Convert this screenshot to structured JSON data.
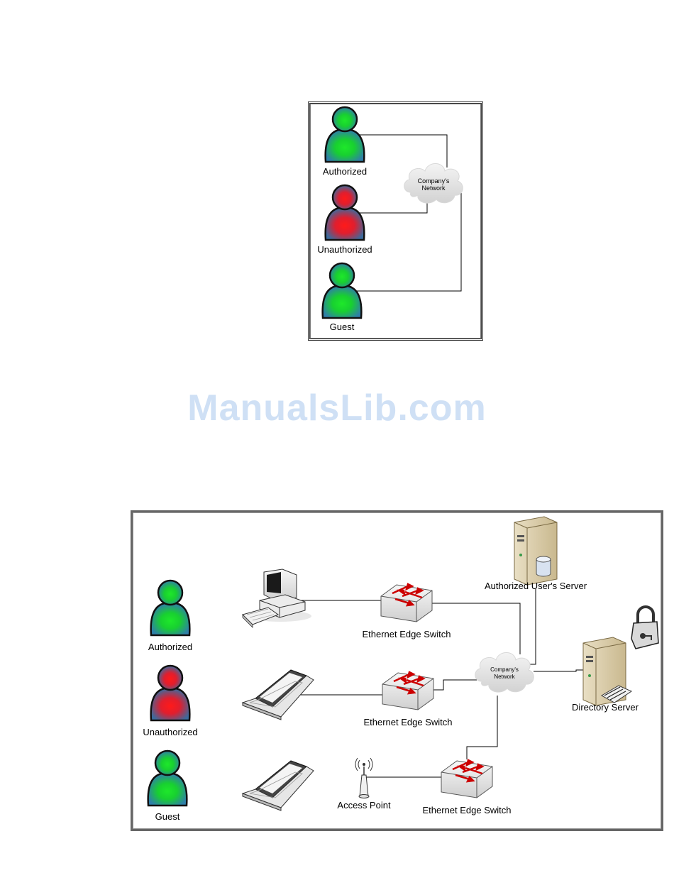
{
  "diagram_top": {
    "users": [
      {
        "label": "Authorized",
        "status": "authorized"
      },
      {
        "label": "Unauthorized",
        "status": "unauthorized"
      },
      {
        "label": "Guest",
        "status": "guest"
      }
    ],
    "cloud_label": "Company's Network"
  },
  "watermark": "ManualsLib.com",
  "diagram_bottom": {
    "users": [
      {
        "label": "Authorized",
        "status": "authorized"
      },
      {
        "label": "Unauthorized",
        "status": "unauthorized"
      },
      {
        "label": "Guest",
        "status": "guest"
      }
    ],
    "devices": [
      "desktop-computer",
      "laptop",
      "laptop"
    ],
    "switches": [
      {
        "label": "Ethernet Edge Switch"
      },
      {
        "label": "Ethernet Edge Switch"
      },
      {
        "label": "Ethernet Edge Switch"
      }
    ],
    "access_point": {
      "label": "Access Point"
    },
    "cloud_label": "Company's Network",
    "auth_server": {
      "label": "Authorized User's Server"
    },
    "directory_server": {
      "label": "Directory Server"
    }
  },
  "colors": {
    "authorized_glow": "#1ee82a",
    "unauthorized_glow": "#ff1a1a",
    "person_base": "#2f7fa8",
    "switch_arrow": "#cc0000",
    "watermark": "#cfe0f5"
  },
  "icons": [
    "person-icon",
    "cloud-icon",
    "desktop-icon",
    "laptop-icon",
    "switch-icon",
    "access-point-icon",
    "server-icon",
    "padlock-icon"
  ]
}
